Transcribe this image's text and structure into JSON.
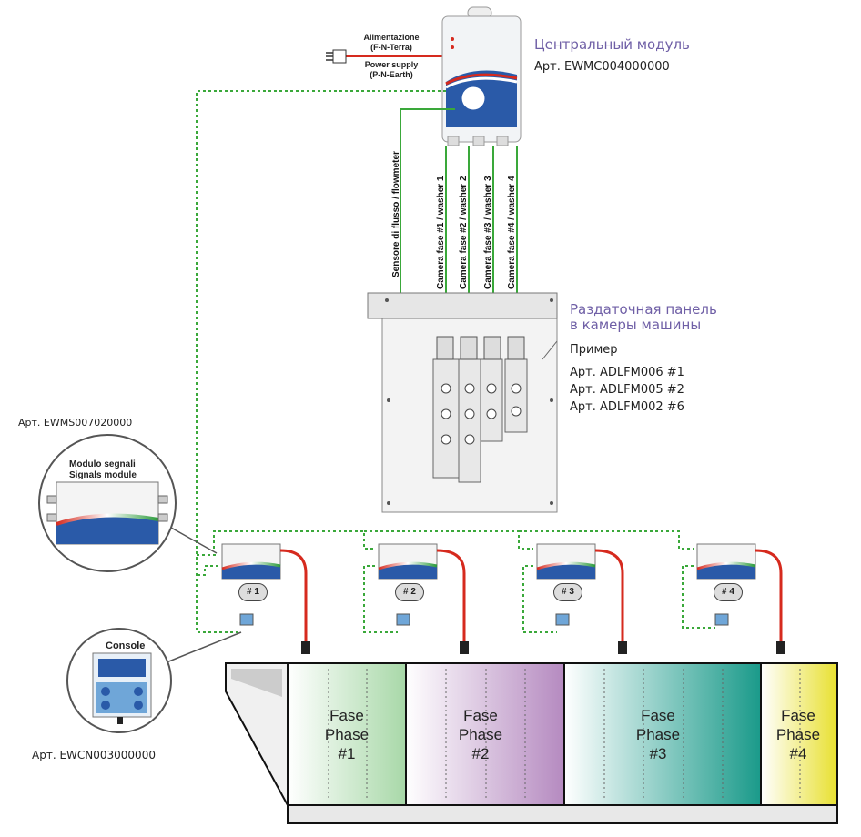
{
  "central_module": {
    "title": "Центральный модуль",
    "article": "Арт. EWMC004000000"
  },
  "power": {
    "label_it": "Alimentazione",
    "label_it_sub": "(F-N-Terra)",
    "label_en": "Power supply",
    "label_en_sub": "(P-N-Earth)"
  },
  "vertical_labels": {
    "flowmeter": "Sensore di flusso / flowmeter",
    "washer1": "Camera fase #1 / washer 1",
    "washer2": "Camera fase #2 / washer 2",
    "washer3": "Camera fase #3 / washer 3",
    "washer4": "Camera fase #4 / washer 4"
  },
  "distribution_panel": {
    "title_line1": "Раздаточная панель",
    "title_line2": "в камеры машины",
    "example_label": "Пример",
    "articles": [
      "Арт. ADLFM006 #1",
      "Арт. ADLFM005 #2",
      "Арт. ADLFM002 #6"
    ]
  },
  "signals_module": {
    "article": "Арт. EWMS007020000",
    "label_it": "Modulo segnali",
    "label_en": "Signals module"
  },
  "console": {
    "label": "Console",
    "article": "Арт. EWCN003000000"
  },
  "phase_badges": [
    "# 1",
    "# 2",
    "# 3",
    "# 4"
  ],
  "phases": [
    {
      "line1": "Fase",
      "line2": "Phase",
      "line3": "#1"
    },
    {
      "line1": "Fase",
      "line2": "Phase",
      "line3": "#2"
    },
    {
      "line1": "Fase",
      "line2": "Phase",
      "line3": "#3"
    },
    {
      "line1": "Fase",
      "line2": "Phase",
      "line3": "#4"
    }
  ],
  "colors": {
    "signal_wire": "#3aa83a",
    "power_wire": "#d62a1e",
    "purple_text": "#6f5fa6",
    "phase1": "#a8d8a8",
    "phase2": "#b58ac0",
    "phase3": "#1a9a8a",
    "phase4": "#e8e030"
  }
}
